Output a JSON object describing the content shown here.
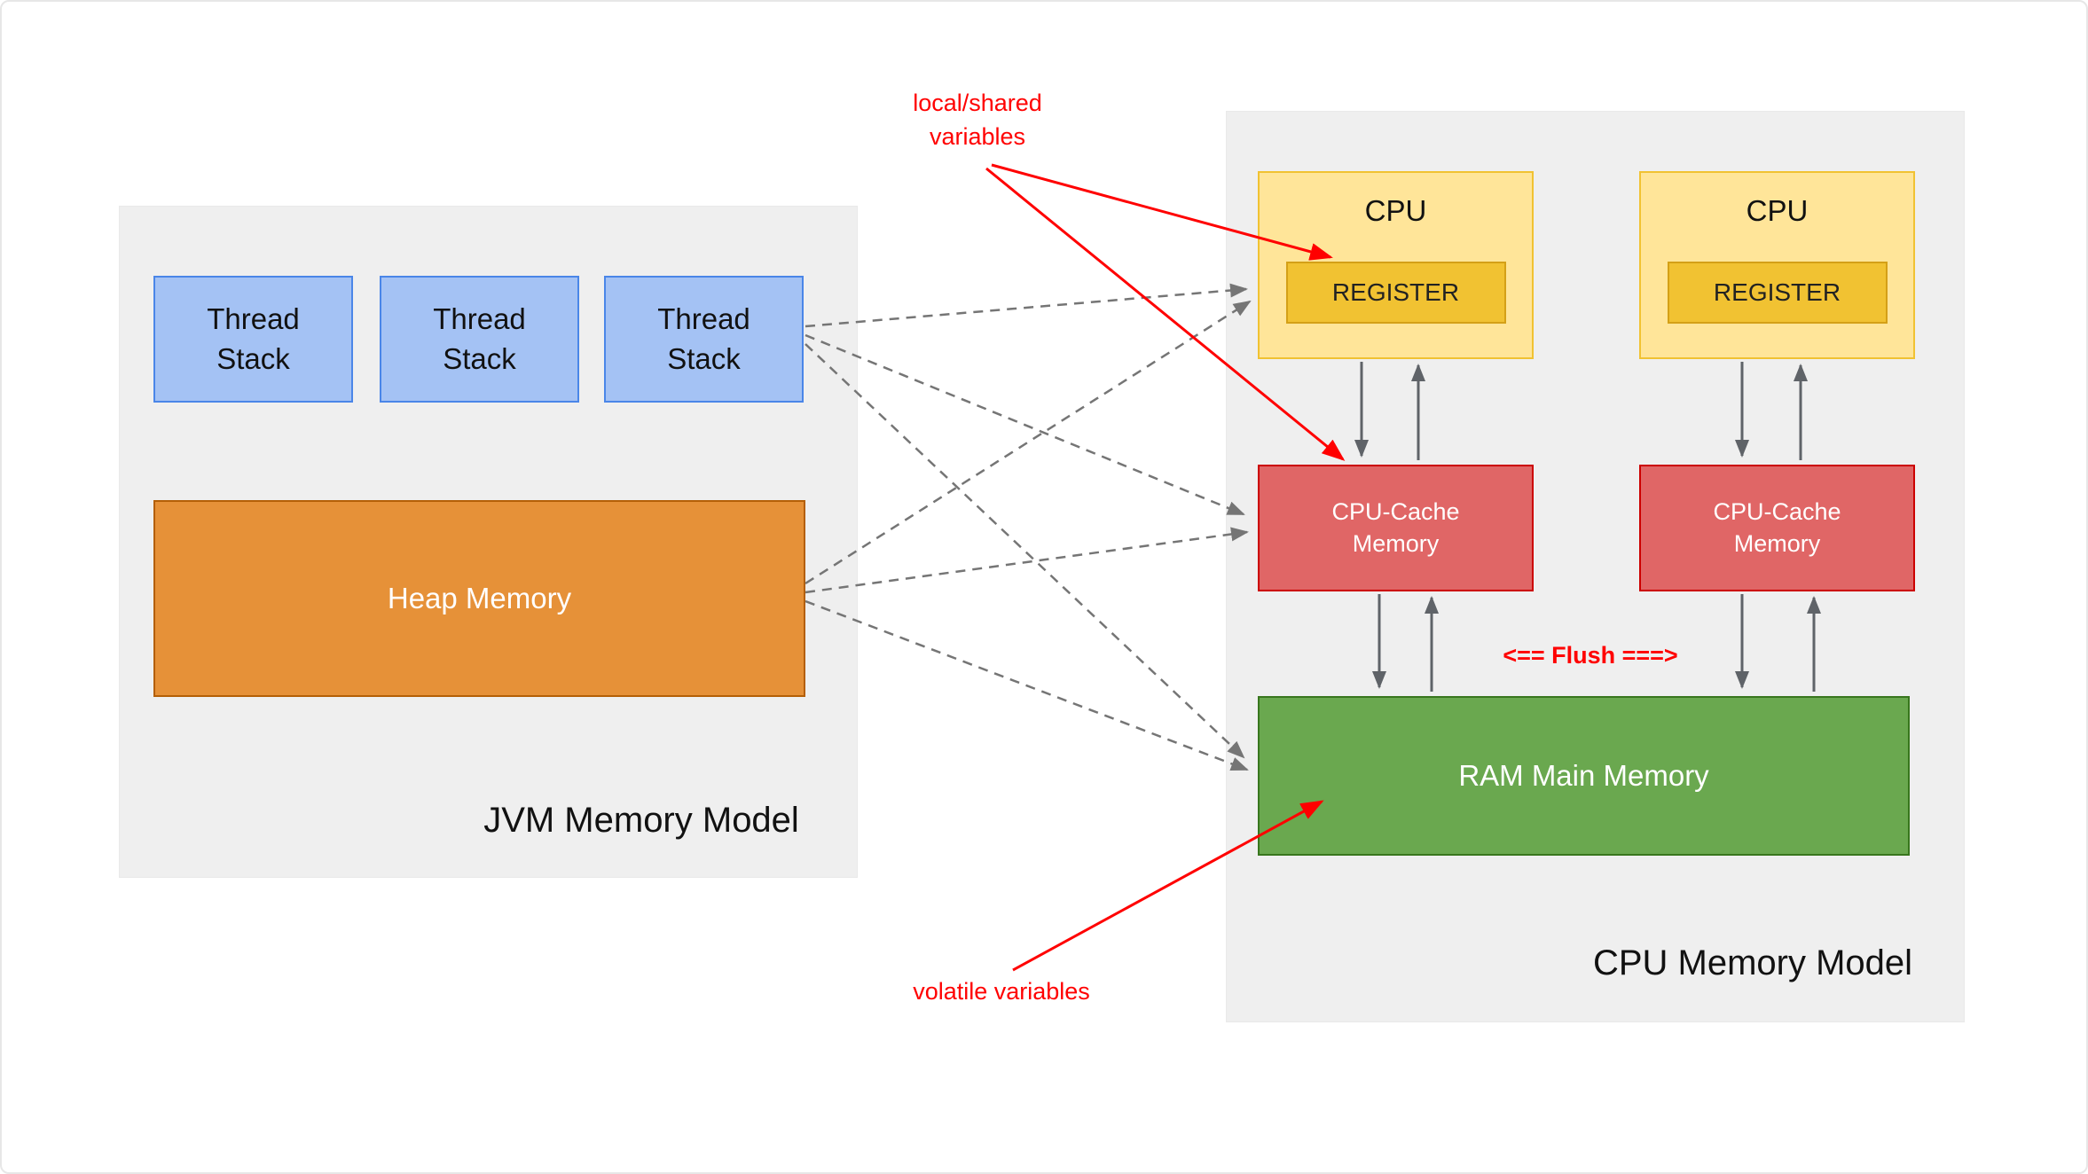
{
  "jvm_panel": {
    "title": "JVM Memory Model",
    "thread_stacks": [
      {
        "label": "Thread Stack"
      },
      {
        "label": "Thread Stack"
      },
      {
        "label": "Thread Stack"
      }
    ],
    "heap_label": "Heap Memory"
  },
  "cpu_panel": {
    "title": "CPU Memory Model",
    "cpus": [
      {
        "label": "CPU",
        "register_label": "REGISTER"
      },
      {
        "label": "CPU",
        "register_label": "REGISTER"
      }
    ],
    "caches": [
      {
        "label": "CPU-Cache Memory"
      },
      {
        "label": "CPU-Cache Memory"
      }
    ],
    "ram_label": "RAM Main Memory",
    "flush_label": "<== Flush ===>"
  },
  "annotations": {
    "local_shared_label": "local/shared variables",
    "volatile_label": "volatile variables"
  },
  "colors": {
    "thread_stack_fill": "#a4c2f4",
    "thread_stack_border": "#4a86e8",
    "heap_fill": "#e69138",
    "heap_border": "#b45f06",
    "cpu_fill": "#ffe599",
    "cpu_border": "#f1c232",
    "register_fill": "#f1c232",
    "register_border": "#d4a017",
    "cache_fill": "#e06666",
    "cache_border": "#cc0000",
    "ram_fill": "#6aa84f",
    "ram_border": "#38761d",
    "panel_fill": "#efefef",
    "annotation_red": "#ff0000",
    "dashed_arrow_gray": "#757575",
    "solid_arrow_gray": "#5f6368"
  }
}
